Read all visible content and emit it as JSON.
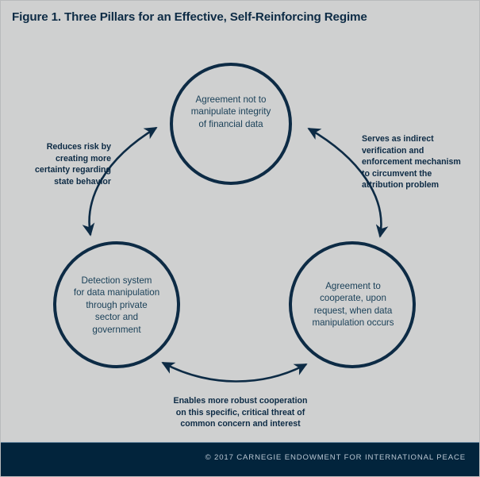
{
  "figure": {
    "title": "Figure 1. Three Pillars for an Effective, Self-Reinforcing Regime",
    "background_color": "#cfd0d0",
    "accent_color": "#0d2b45",
    "circle_text_color": "#1b4159"
  },
  "diagram": {
    "type": "cycle-diagram",
    "nodes": [
      {
        "id": "agreement-integrity",
        "position": "top",
        "lines": [
          "Agreement not to",
          "manipulate integrity",
          "of financial data"
        ]
      },
      {
        "id": "detection-system",
        "position": "bottom-left",
        "lines": [
          "Detection system",
          "for data manipulation",
          "through private",
          "sector and",
          "government"
        ]
      },
      {
        "id": "agreement-cooperate",
        "position": "bottom-right",
        "lines": [
          "Agreement to",
          "cooperate, upon",
          "request, when data",
          "manipulation occurs"
        ]
      }
    ],
    "connectors": [
      {
        "id": "left-connector",
        "from": "detection-system",
        "to": "agreement-integrity",
        "arrowheads": "both",
        "lines": [
          "Reduces risk by",
          "creating more",
          "certainty regarding",
          "state behavior"
        ]
      },
      {
        "id": "right-connector",
        "from": "agreement-integrity",
        "to": "agreement-cooperate",
        "arrowheads": "both",
        "lines": [
          "Serves as indirect",
          "verification and",
          "enforcement mechanism",
          "to circumvent the",
          "attribution problem"
        ]
      },
      {
        "id": "bottom-connector",
        "from": "detection-system",
        "to": "agreement-cooperate",
        "arrowheads": "both",
        "lines": [
          "Enables more robust cooperation",
          "on this specific, critical threat of",
          "common concern and interest"
        ]
      }
    ]
  },
  "footer": {
    "copyright": "© 2017 CARNEGIE ENDOWMENT FOR INTERNATIONAL PEACE",
    "background_color": "#02243c",
    "text_color": "#b9c6d2"
  }
}
